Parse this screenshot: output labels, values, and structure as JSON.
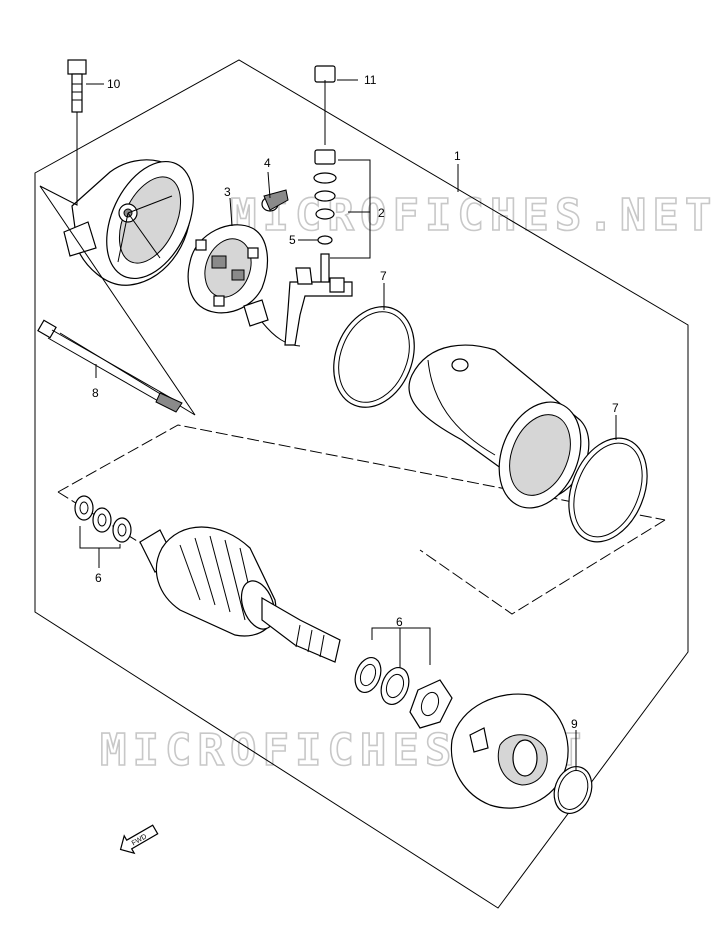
{
  "watermarks": [
    "MICROFICHES.NET",
    "MICROFICHES.NET"
  ],
  "callouts": {
    "c1": "1",
    "c2": "2",
    "c3": "3",
    "c4": "4",
    "c5": "5",
    "c6a": "6",
    "c6b": "6",
    "c7a": "7",
    "c7b": "7",
    "c8": "8",
    "c9": "9",
    "c10": "10",
    "c11": "11"
  },
  "fwd_label": "FWD"
}
